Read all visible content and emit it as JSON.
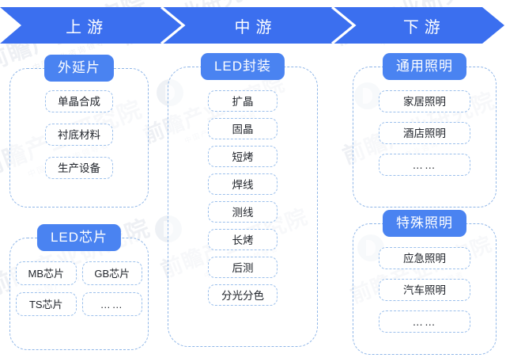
{
  "banner": {
    "segments": [
      {
        "label": "上游"
      },
      {
        "label": "中游"
      },
      {
        "label": "下游"
      }
    ],
    "color": "#3b6fef"
  },
  "colors": {
    "banner_blue": "#3b6fef",
    "badge_blue": "#4a83f1",
    "dash_border": "#8fb6e8",
    "chip_border": "#9cc0ec",
    "text": "#20242b"
  },
  "columns": {
    "upstream": {
      "groups": [
        {
          "title": "外延片",
          "items": [
            "单晶合成",
            "衬底材料",
            "生产设备"
          ]
        },
        {
          "title": "LED芯片",
          "items": [
            "MB芯片",
            "GB芯片",
            "TS芯片",
            "……"
          ]
        }
      ]
    },
    "midstream": {
      "groups": [
        {
          "title": "LED封装",
          "items": [
            "扩晶",
            "固晶",
            "短烤",
            "焊线",
            "测线",
            "长烤",
            "后测",
            "分光分色"
          ]
        }
      ]
    },
    "downstream": {
      "groups": [
        {
          "title": "通用照明",
          "items": [
            "家居照明",
            "酒店照明",
            "……"
          ]
        },
        {
          "title": "特殊照明",
          "items": [
            "应急照明",
            "汽车照明",
            "……"
          ]
        }
      ]
    }
  },
  "watermark": {
    "main": "前瞻产业研究院",
    "sub": "中国产业咨询领导者"
  }
}
